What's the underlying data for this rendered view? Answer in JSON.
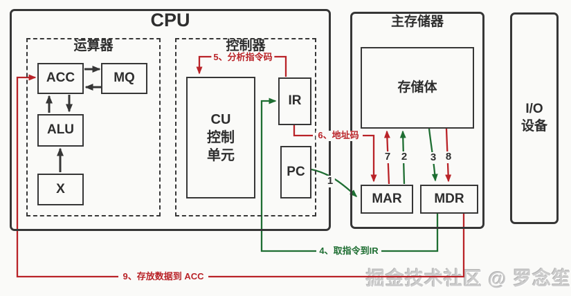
{
  "cpu": {
    "title": "CPU",
    "arithmetic_unit": {
      "title": "运算器",
      "acc": "ACC",
      "mq": "MQ",
      "alu": "ALU",
      "x": "X"
    },
    "controller": {
      "title": "控制器",
      "cu": "CU\n控制\n单元",
      "ir": "IR",
      "pc": "PC"
    }
  },
  "main_memory": {
    "title": "主存储器",
    "storage_body": "存储体",
    "mar": "MAR",
    "mdr": "MDR"
  },
  "io_device": {
    "label": "I/O\n设备"
  },
  "steps": {
    "step1": "1",
    "step2": "2",
    "step3": "3",
    "step4": "4、取指令到IR",
    "step5": "5、分析指令码",
    "step6": "6、地址码",
    "step7": "7",
    "step8": "8",
    "step9": "9、存放数据到 ACC"
  },
  "watermark": "掘金技术社区 @ 罗念笙",
  "colors": {
    "red": "#b92328",
    "green": "#1e6e32",
    "ink": "#363636"
  }
}
